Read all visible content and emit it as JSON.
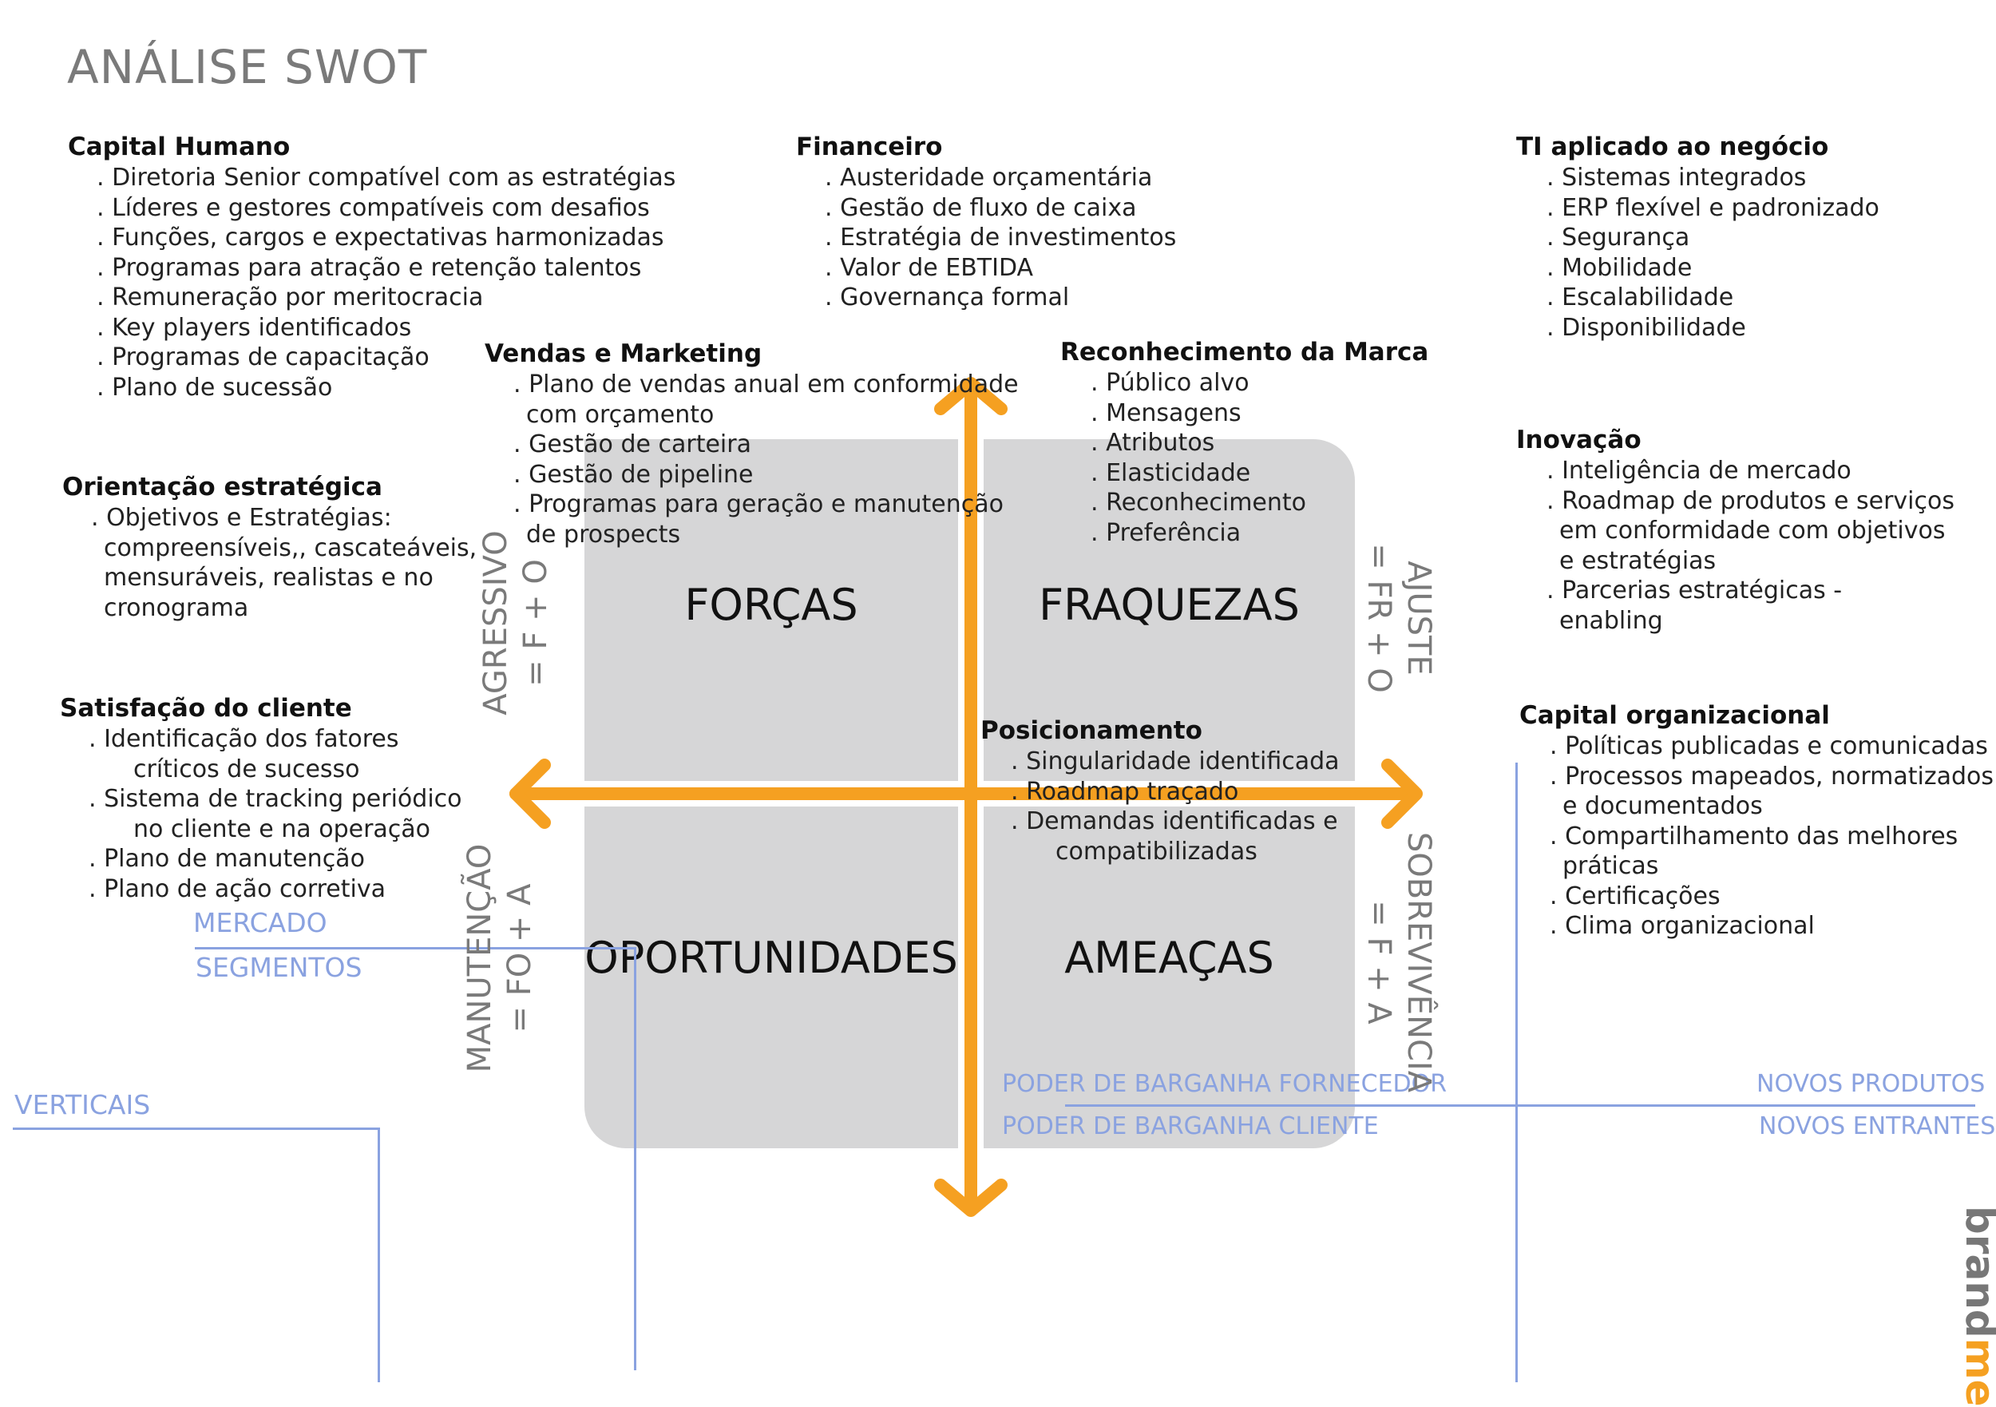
{
  "title": "ANÁLISE SWOT",
  "quadrants": {
    "forcas": "FORÇAS",
    "fraquezas": "FRAQUEZAS",
    "oportunidades": "OPORTUNIDADES",
    "ameacas": "AMEAÇAS"
  },
  "strategies": {
    "agressivo": {
      "line1": "AGRESSIVO",
      "line2": "= F + O"
    },
    "ajuste": {
      "line1": "AJUSTE",
      "line2": "= FR + O"
    },
    "manutencao": {
      "line1": "MANUTENÇÃO",
      "line2": "= FO + A"
    },
    "sobrevivencia": {
      "line1": "SOBREVIVÊNCIA",
      "line2": "= F + A"
    }
  },
  "blocks": {
    "capital_humano": {
      "heading": "Capital Humano",
      "items": [
        ". Diretoria Senior compatível com as estratégias",
        ". Líderes e gestores compatíveis com desafios",
        ". Funções, cargos e expectativas harmonizadas",
        ". Programas para atração e retenção talentos",
        ". Remuneração por meritocracia",
        ". Key players identificados",
        ". Programas de capacitação",
        ". Plano de sucessão"
      ]
    },
    "financeiro": {
      "heading": "Financeiro",
      "items": [
        ". Austeridade orçamentária",
        ". Gestão de fluxo de caixa",
        ". Estratégia de investimentos",
        ". Valor de EBTIDA",
        ". Governança formal"
      ]
    },
    "ti": {
      "heading": "TI aplicado ao negócio",
      "items": [
        ". Sistemas integrados",
        ". ERP flexível e padronizado",
        ". Segurança",
        ". Mobilidade",
        ". Escalabilidade",
        ". Disponibilidade"
      ]
    },
    "vendas": {
      "heading": "Vendas e Marketing",
      "items": [
        ". Plano de vendas anual em conformidade",
        "com orçamento",
        ". Gestão de carteira",
        ". Gestão de pipeline",
        ". Programas para geração e manutenção",
        "de prospects"
      ]
    },
    "marca": {
      "heading": "Reconhecimento da Marca",
      "items": [
        ". Público alvo",
        ". Mensagens",
        ". Atributos",
        ". Elasticidade",
        ". Reconhecimento",
        ". Preferência"
      ]
    },
    "orientacao": {
      "heading": "Orientação estratégica",
      "items": [
        ". Objetivos e Estratégias:",
        "compreensíveis,, cascateáveis,",
        "mensuráveis, realistas e no",
        "cronograma"
      ]
    },
    "inovacao": {
      "heading": "Inovação",
      "items": [
        ". Inteligência de mercado",
        ". Roadmap de produtos e serviços",
        "em conformidade com objetivos",
        "e estratégias",
        ". Parcerias estratégicas -",
        "enabling"
      ]
    },
    "satisfacao": {
      "heading": "Satisfação do cliente",
      "items": [
        ". Identificação dos fatores",
        "críticos de sucesso",
        ". Sistema de tracking periódico",
        "no cliente e na operação",
        ". Plano de manutenção",
        ". Plano de ação corretiva"
      ]
    },
    "posicionamento": {
      "heading": "Posicionamento",
      "items": [
        ". Singularidade identificada",
        ". Roadmap traçado",
        ". Demandas identificadas e",
        "compatibilizadas"
      ]
    },
    "capital_org": {
      "heading": "Capital organizacional",
      "items": [
        ". Políticas publicadas e comunicadas",
        ". Processos mapeados, normatizados",
        "e documentados",
        ". Compartilhamento das melhores",
        "práticas",
        ". Certificações",
        ". Clima organizacional"
      ]
    }
  },
  "forces": {
    "mercado": "MERCADO",
    "segmentos": "SEGMENTOS",
    "verticais": "VERTICAIS",
    "fornecedor": "PODER DE BARGANHA FORNECEDOR",
    "cliente": "PODER DE BARGANHA CLIENTE",
    "novos_produtos": "NOVOS PRODUTOS",
    "novos_entrantes": "NOVOS ENTRANTES"
  },
  "logo": "brandme",
  "colors": {
    "arrow": "#f5a021",
    "quadrant": "#d6d6d7",
    "force_line": "#8aa2e0",
    "title": "#7a7a7a"
  }
}
